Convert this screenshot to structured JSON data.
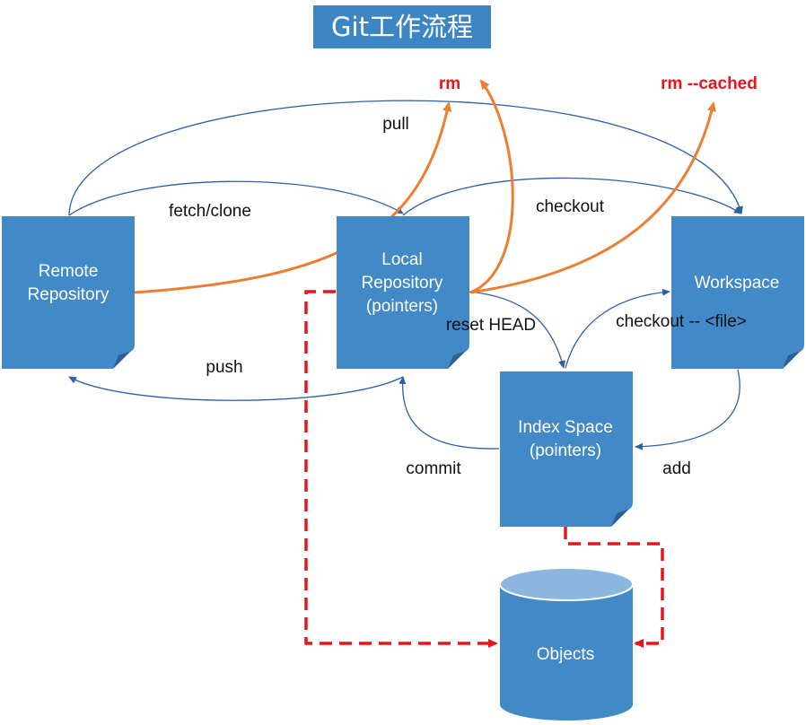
{
  "title": "Git工作流程",
  "colors": {
    "node_fill": "#4189c7",
    "blue_arrow": "#2e5fa8",
    "orange_arrow": "#ed7d31",
    "red_dashed": "#e8141c",
    "title_bg": "#3d86c4"
  },
  "nodes": {
    "remote": {
      "line1": "Remote",
      "line2": "Repository"
    },
    "local": {
      "line1": "Local",
      "line2": "Repository",
      "line3": "(pointers)"
    },
    "workspace": {
      "line1": "Workspace"
    },
    "index": {
      "line1": "Index Space",
      "line2": "(pointers)"
    },
    "objects": {
      "line1": "Objects"
    }
  },
  "edges": {
    "pull": "pull",
    "fetch_clone": "fetch/clone",
    "checkout": "checkout",
    "push": "push",
    "reset_head": "reset HEAD",
    "checkout_file": "checkout -- <file>",
    "commit": "commit",
    "add": "add",
    "rm": "rm",
    "rm_cached": "rm --cached"
  }
}
